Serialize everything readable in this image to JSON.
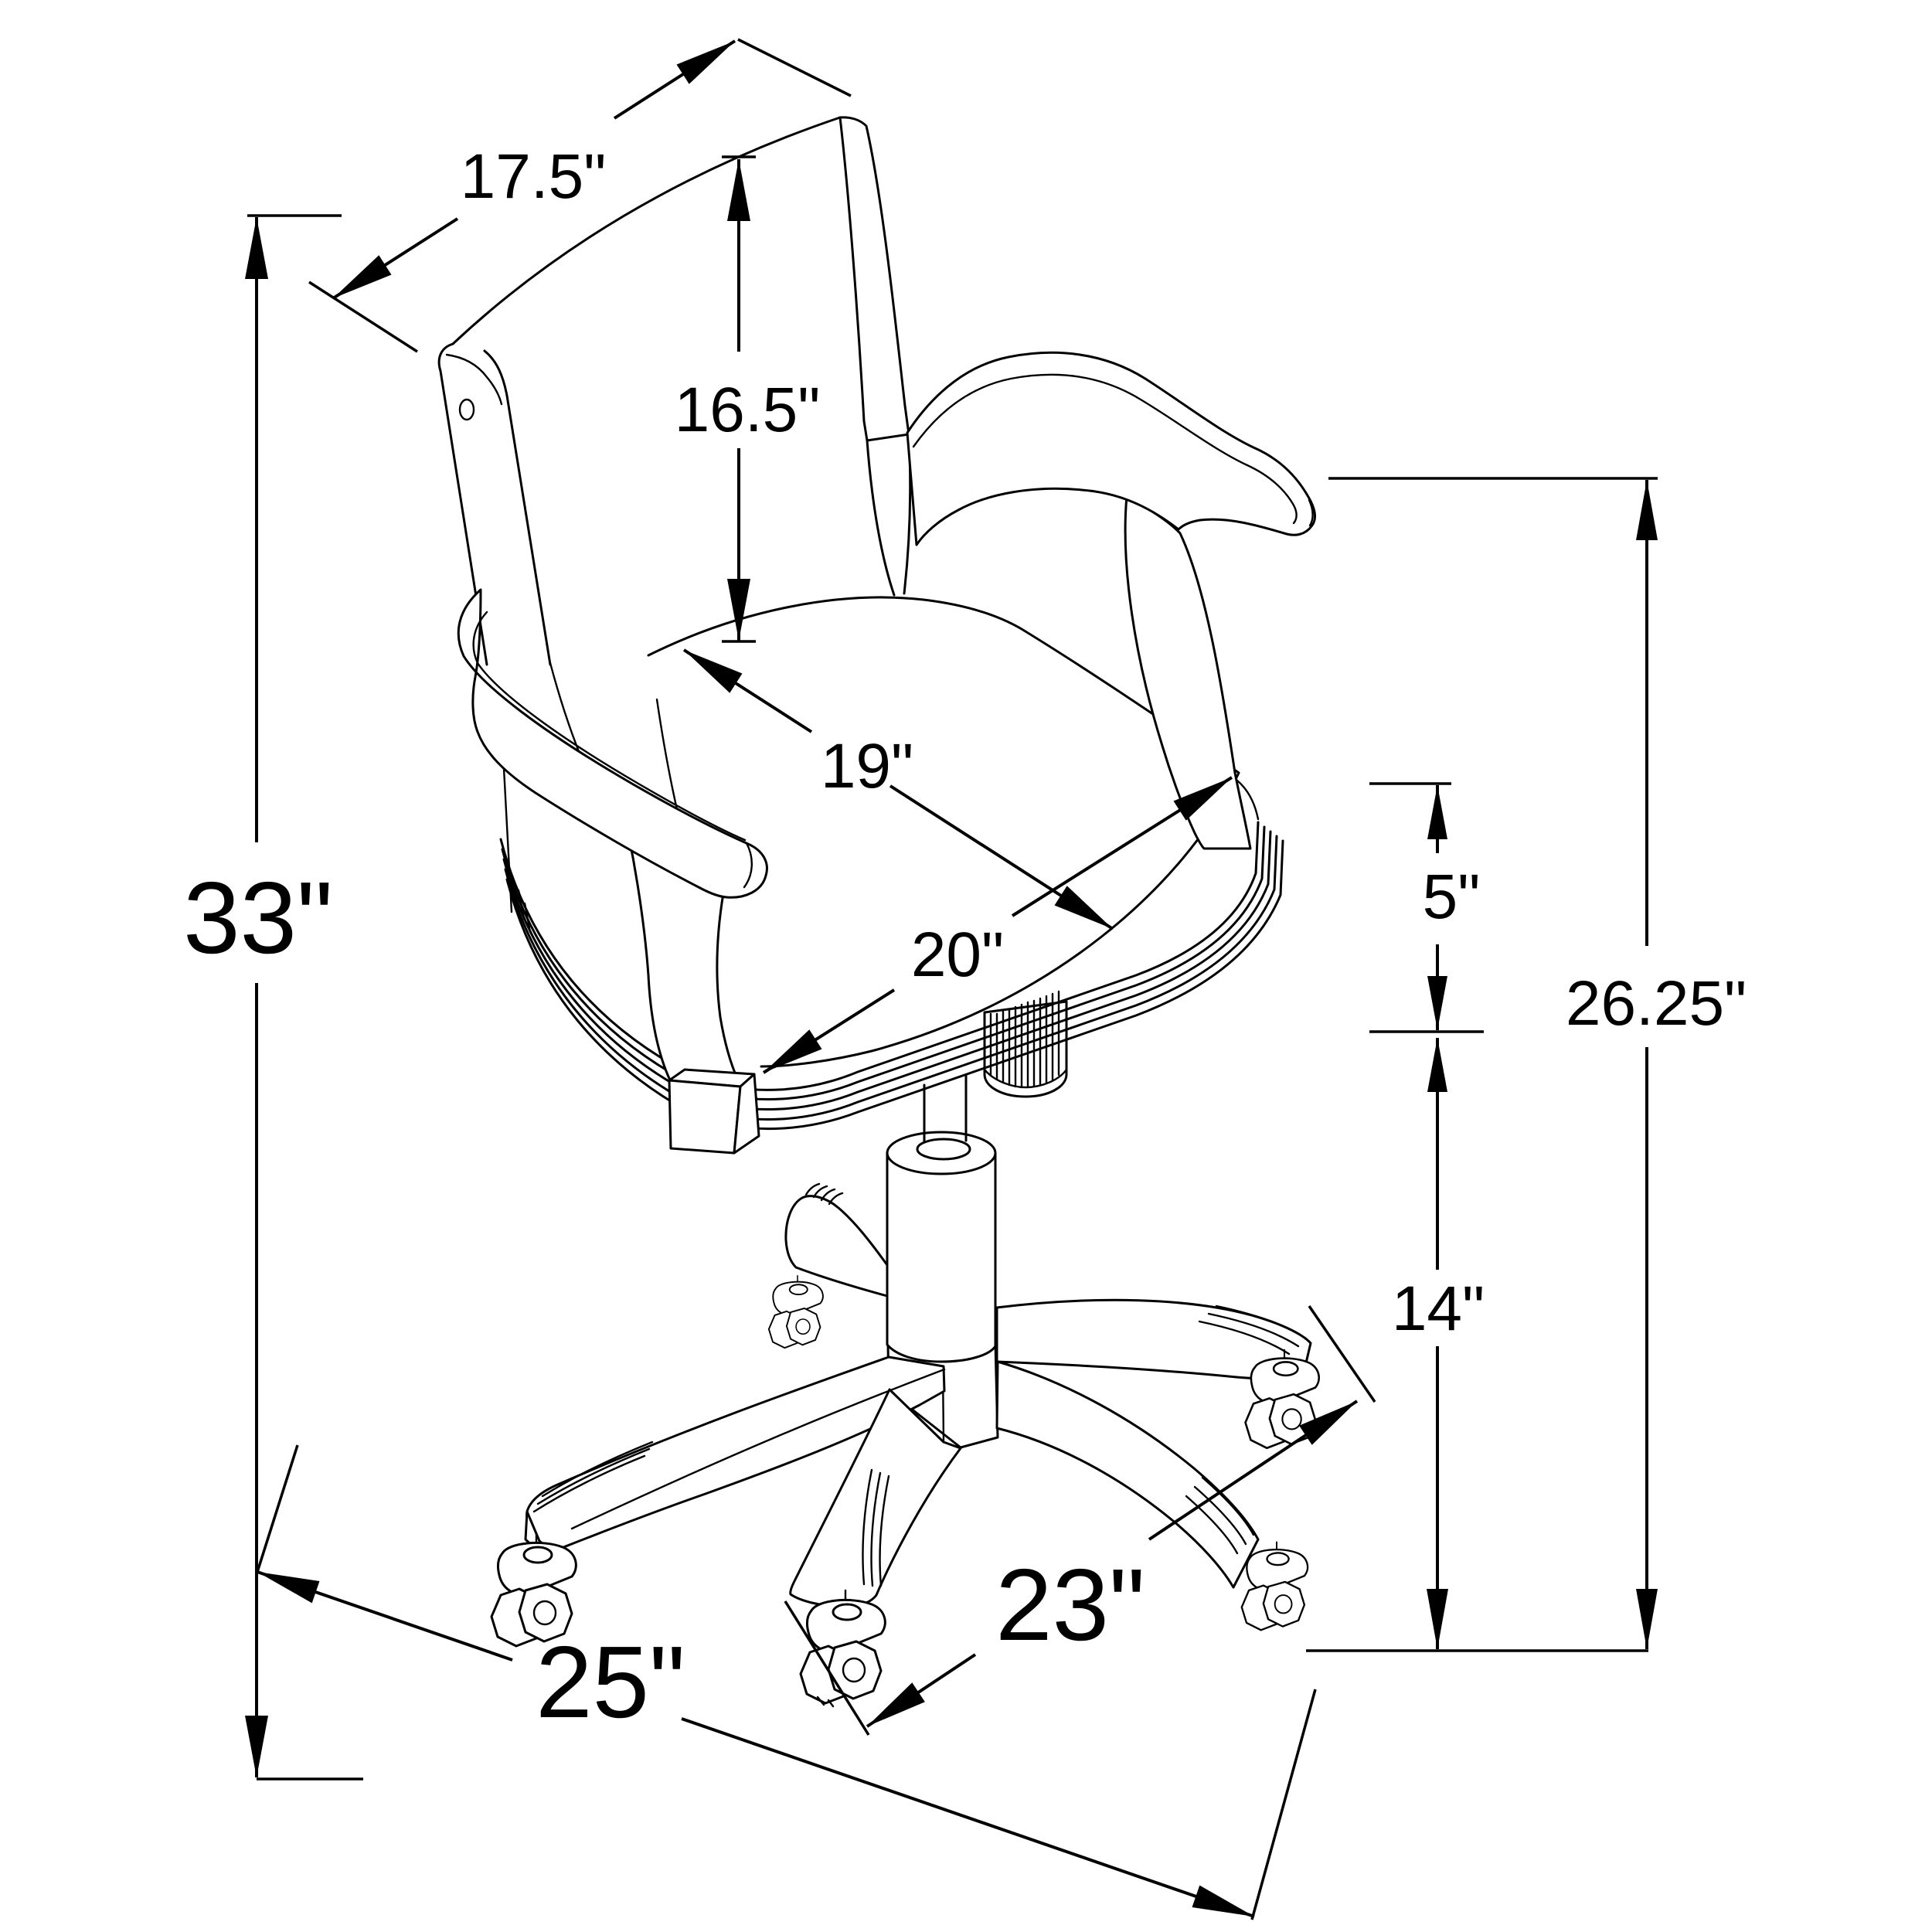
{
  "diagram": {
    "subject": "swivel game chair with casters",
    "view": "isometric line drawing",
    "units": "inches",
    "background_color": "#ffffff",
    "line_color": "#000000"
  },
  "dimensions": {
    "back_top_width": {
      "label": "17.5\"",
      "value": 17.5
    },
    "back_height": {
      "label": "16.5\"",
      "value": 16.5
    },
    "overall_height": {
      "label": "33\"",
      "value": 33
    },
    "seat_depth": {
      "label": "19\"",
      "value": 19
    },
    "seat_width": {
      "label": "20\"",
      "value": 20
    },
    "seat_thickness": {
      "label": "5\"",
      "value": 5
    },
    "arm_height": {
      "label": "26.25\"",
      "value": 26.25
    },
    "under_seat_height": {
      "label": "14\"",
      "value": 14
    },
    "base_leg_span": {
      "label": "23\"",
      "value": 23
    },
    "base_depth": {
      "label": "25\"",
      "value": 25
    }
  }
}
